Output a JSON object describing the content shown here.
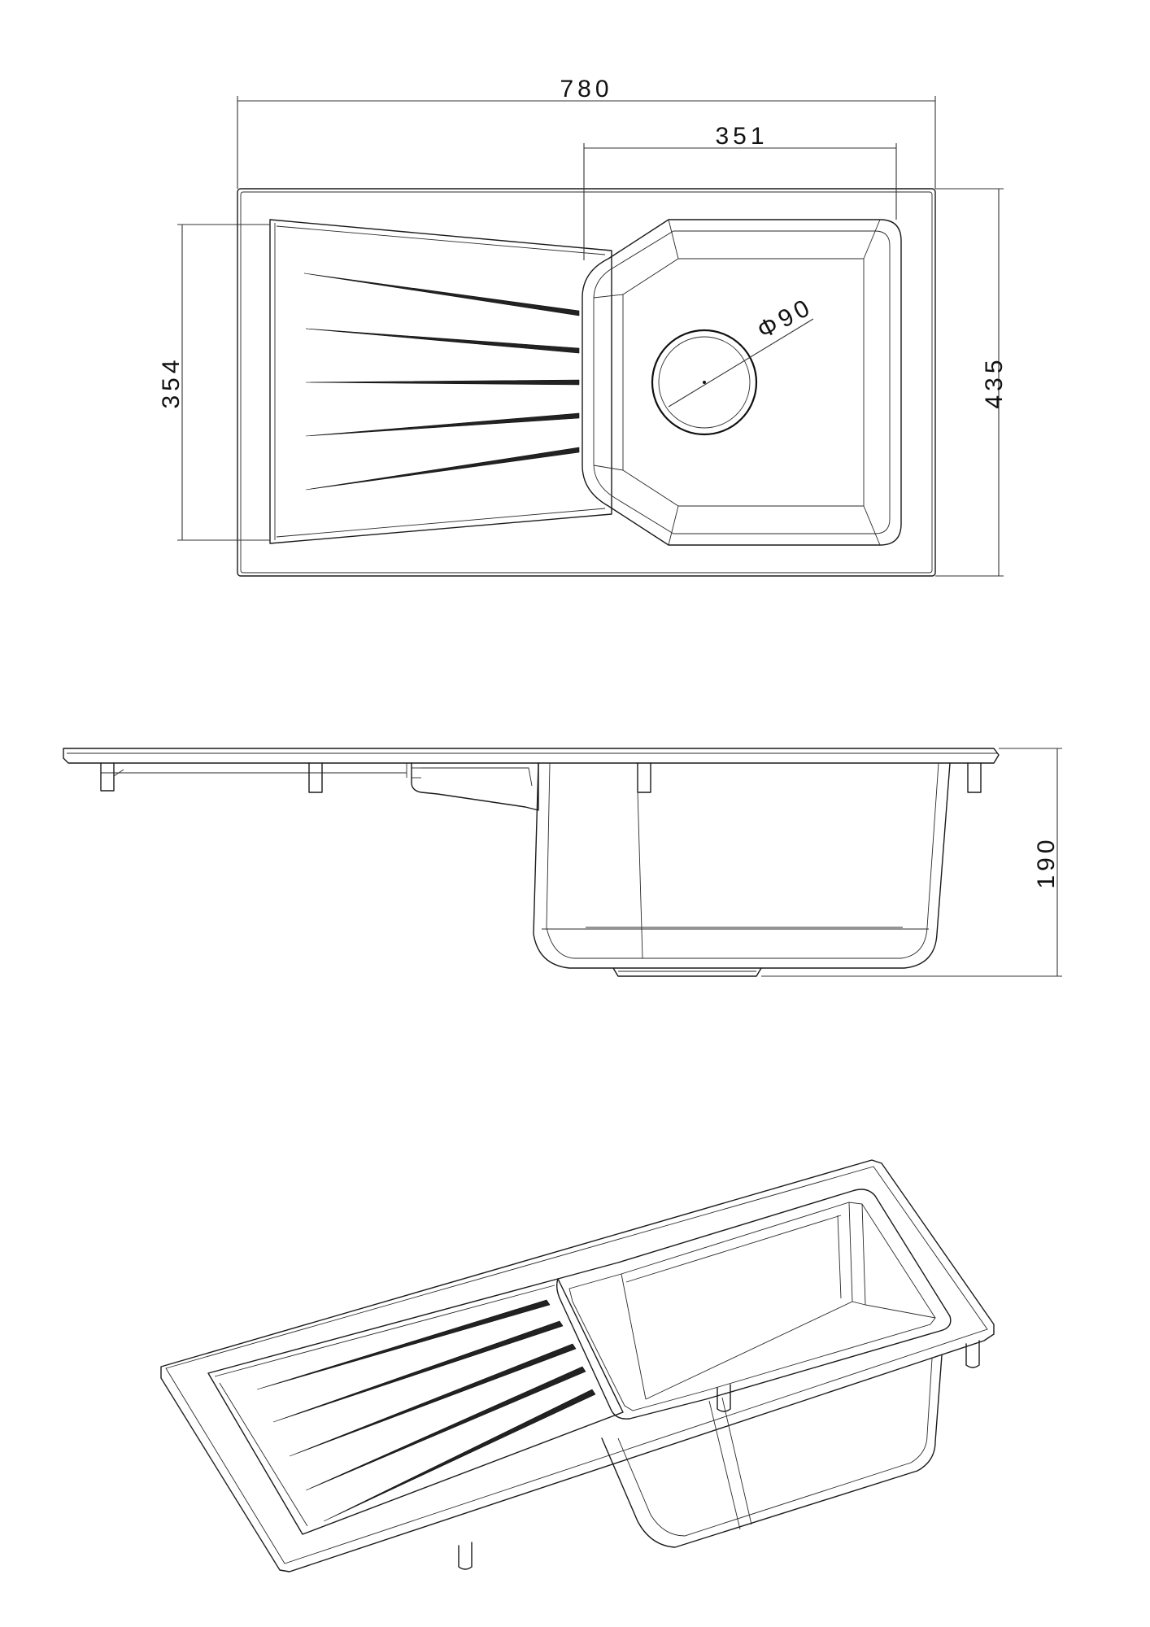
{
  "dimensions": {
    "overall_length": "780",
    "bowl_width": "351",
    "drainer_depth": "354",
    "overall_depth": "435",
    "drain_diameter": "Φ90",
    "bowl_height": "190"
  },
  "views": [
    "top-view",
    "side-view",
    "isometric-view"
  ]
}
